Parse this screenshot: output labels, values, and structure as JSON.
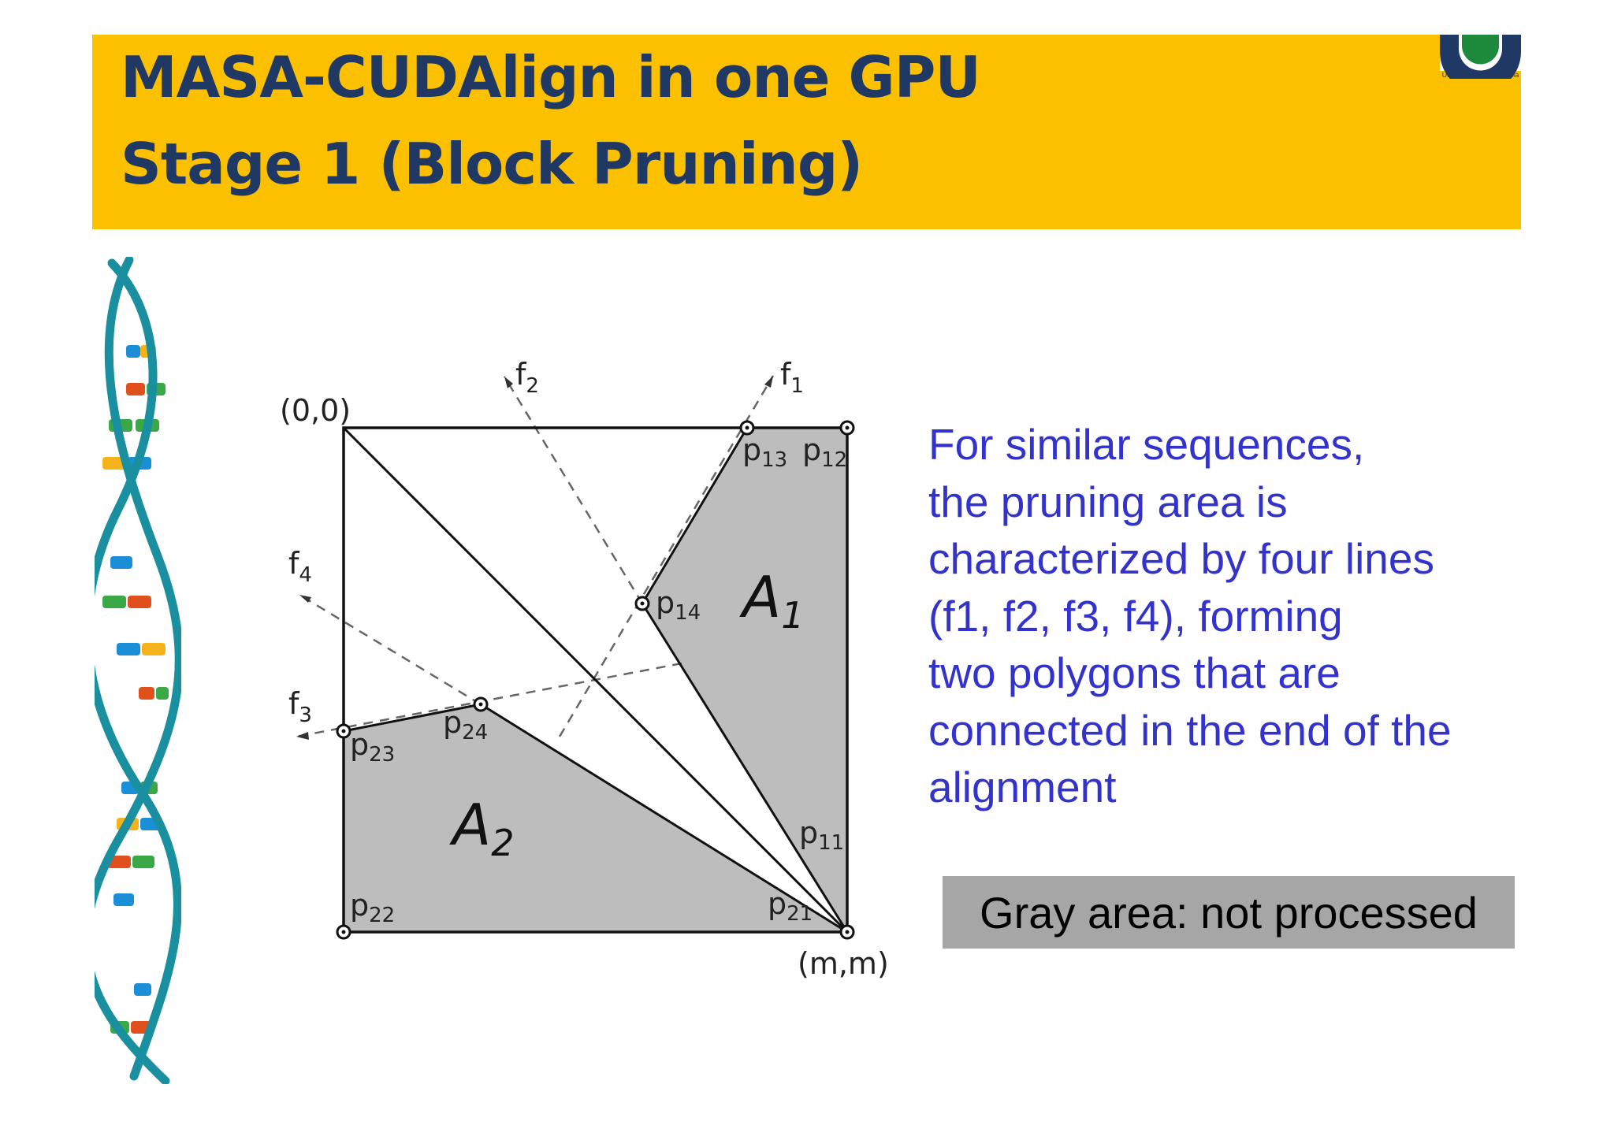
{
  "title": {
    "line1": "MASA-CUDAlign in one GPU",
    "line2": "Stage 1 (Block Pruning)"
  },
  "logo": {
    "icon": "university-logo-icon",
    "caption": "Universidade de Brasília",
    "colors": {
      "blue": "#1f3864",
      "green": "#1d8a3b"
    }
  },
  "dna": {
    "icon": "dna-helix-icon",
    "strand_color": "#1a8fa0"
  },
  "diagram": {
    "corner_start": "(0,0)",
    "corner_end": "(m,m)",
    "lines": {
      "f1": "f",
      "f1_sub": "1",
      "f2": "f",
      "f2_sub": "2",
      "f3": "f",
      "f3_sub": "3",
      "f4": "f",
      "f4_sub": "4"
    },
    "points": {
      "p11": "p",
      "p11_sub": "11",
      "p12": "p",
      "p12_sub": "12",
      "p13": "p",
      "p13_sub": "13",
      "p14": "p",
      "p14_sub": "14",
      "p21": "p",
      "p21_sub": "21",
      "p22": "p",
      "p22_sub": "22",
      "p23": "p",
      "p23_sub": "23",
      "p24": "p",
      "p24_sub": "24"
    },
    "areas": {
      "a1": "A",
      "a1_sub": "1",
      "a2": "A",
      "a2_sub": "2"
    },
    "colors": {
      "pruned": "#bdbdbd",
      "outline": "#111111",
      "dashed": "#666666"
    }
  },
  "description": {
    "lines": [
      "For similar sequences,",
      "the pruning area is",
      "characterized by four lines",
      "(f1, f2, f3, f4), forming",
      "two polygons that are",
      "connected in the end of the",
      "alignment"
    ],
    "color": "#3333cc"
  },
  "note": {
    "text": "Gray area: not processed",
    "background": "#a6a6a6"
  },
  "colors": {
    "title_band": "#fbc000",
    "title_text": "#1f3864"
  }
}
